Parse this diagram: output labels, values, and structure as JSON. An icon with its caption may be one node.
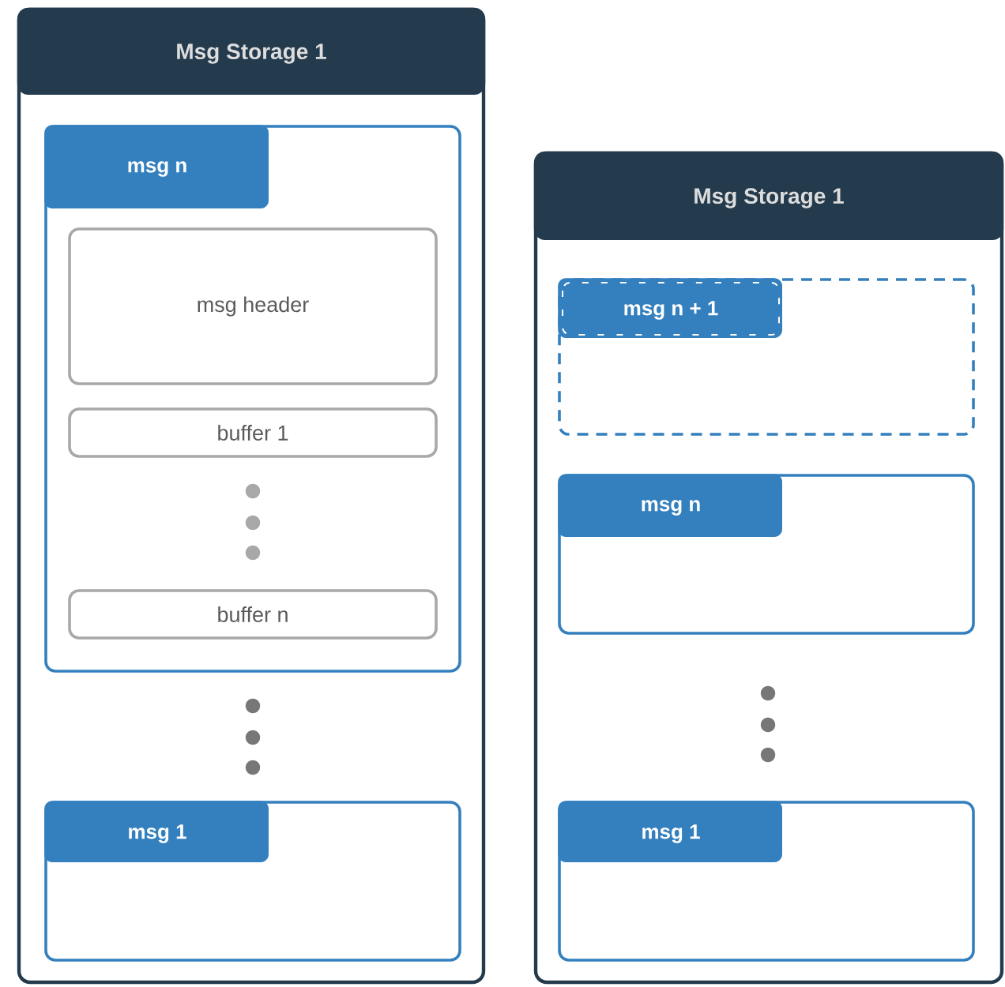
{
  "diagram": {
    "nodes": [
      {
        "text": [
          "Msg Storage 1"
        ]
      },
      {
        "text": [
          "msg n"
        ],
        "in": 0
      },
      {
        "text": [
          "msg header"
        ],
        "in": 1
      },
      {
        "text": [
          "buffer 1"
        ],
        "in": 1
      },
      {
        "text": [
          "buffer n"
        ],
        "in": 1
      },
      {
        "text": [
          "msg 1"
        ],
        "in": 0
      },
      {
        "text": [
          "Msg Storage 1"
        ]
      },
      {
        "text": [
          "msg n + 1"
        ],
        "in": 6
      },
      {
        "text": [
          "msg n"
        ],
        "in": 6
      },
      {
        "text": [
          "msg 1"
        ],
        "in": 6
      }
    ]
  }
}
